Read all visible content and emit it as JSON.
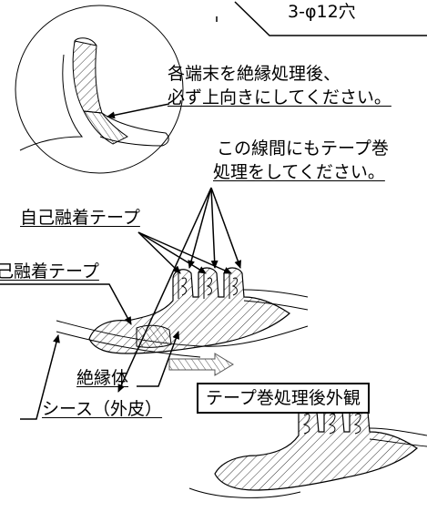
{
  "labels": {
    "holes": "3-φ12穴",
    "note_terminals_line1": "各端末を絶縁処理後、",
    "note_terminals_line2": "必ず上向きにしてください。",
    "note_between_line1": "この線間にもテープ巻",
    "note_between_line2": "処理をしてください。",
    "self_fusing_tape_1": "自己融着テープ",
    "self_fusing_tape_2": "己融着テープ",
    "insulator": "絶縁体",
    "sheath": "シース（外皮）",
    "after_taping": "テープ巻処理後外観"
  }
}
